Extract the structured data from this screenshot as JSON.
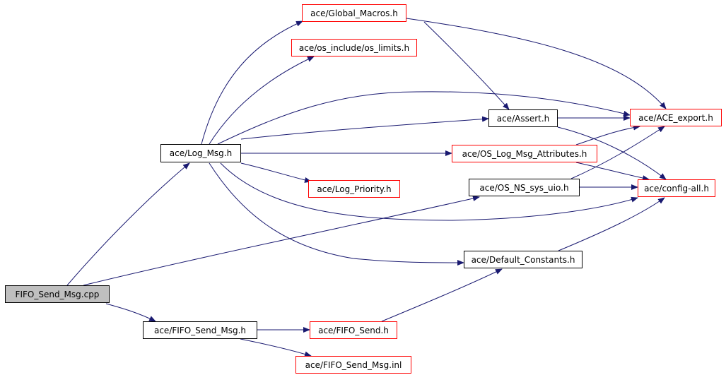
{
  "nodes": [
    {
      "id": "fifo_cpp",
      "label": "FIFO_Send_Msg.cpp",
      "style": "root"
    },
    {
      "id": "log_msg",
      "label": "ace/Log_Msg.h",
      "style": "black"
    },
    {
      "id": "fifo_msg_h",
      "label": "ace/FIFO_Send_Msg.h",
      "style": "black"
    },
    {
      "id": "global",
      "label": "ace/Global_Macros.h",
      "style": "red"
    },
    {
      "id": "os_lim",
      "label": "ace/os_include/os_limits.h",
      "style": "red"
    },
    {
      "id": "log_pri",
      "label": "ace/Log_Priority.h",
      "style": "red"
    },
    {
      "id": "fifo_send",
      "label": "ace/FIFO_Send.h",
      "style": "red"
    },
    {
      "id": "fifo_inl",
      "label": "ace/FIFO_Send_Msg.inl",
      "style": "red"
    },
    {
      "id": "assert",
      "label": "ace/Assert.h",
      "style": "black"
    },
    {
      "id": "os_log",
      "label": "ace/OS_Log_Msg_Attributes.h",
      "style": "red"
    },
    {
      "id": "os_ns",
      "label": "ace/OS_NS_sys_uio.h",
      "style": "black"
    },
    {
      "id": "default",
      "label": "ace/Default_Constants.h",
      "style": "black"
    },
    {
      "id": "ace_exp",
      "label": "ace/ACE_export.h",
      "style": "red"
    },
    {
      "id": "config",
      "label": "ace/config-all.h",
      "style": "red"
    }
  ],
  "edges": [
    {
      "from": "fifo_cpp",
      "to": "log_msg"
    },
    {
      "from": "fifo_cpp",
      "to": "os_ns"
    },
    {
      "from": "fifo_cpp",
      "to": "fifo_msg_h"
    },
    {
      "from": "log_msg",
      "to": "global"
    },
    {
      "from": "log_msg",
      "to": "os_lim"
    },
    {
      "from": "log_msg",
      "to": "ace_exp"
    },
    {
      "from": "log_msg",
      "to": "assert"
    },
    {
      "from": "log_msg",
      "to": "os_log"
    },
    {
      "from": "log_msg",
      "to": "log_pri"
    },
    {
      "from": "log_msg",
      "to": "config"
    },
    {
      "from": "log_msg",
      "to": "default"
    },
    {
      "from": "global",
      "to": "ace_exp"
    },
    {
      "from": "global",
      "to": "assert"
    },
    {
      "from": "assert",
      "to": "ace_exp"
    },
    {
      "from": "assert",
      "to": "config"
    },
    {
      "from": "os_log",
      "to": "ace_exp"
    },
    {
      "from": "os_log",
      "to": "config"
    },
    {
      "from": "os_ns",
      "to": "ace_exp"
    },
    {
      "from": "os_ns",
      "to": "config"
    },
    {
      "from": "default",
      "to": "config"
    },
    {
      "from": "fifo_msg_h",
      "to": "fifo_send"
    },
    {
      "from": "fifo_msg_h",
      "to": "fifo_inl"
    },
    {
      "from": "fifo_send",
      "to": "default"
    }
  ],
  "colors": {
    "edge": "#191970",
    "node_border_black": "#000000",
    "node_border_red": "#ff0000",
    "root_fill": "#bfbfbf"
  }
}
